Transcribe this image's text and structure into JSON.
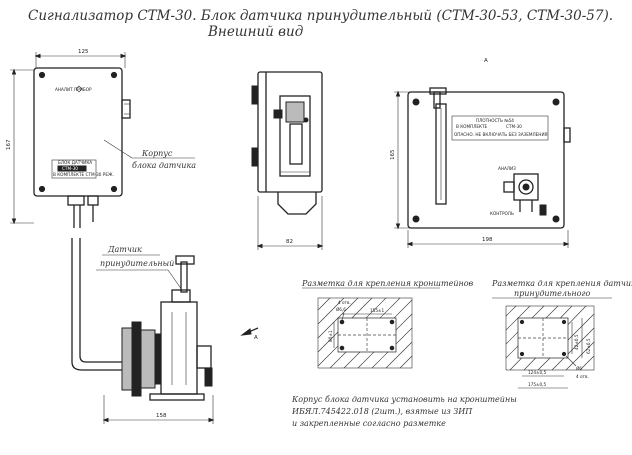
{
  "title": {
    "line1": "Сигнализатор СТМ-30. Блок датчика принудительный (СТМ-30-53, СТМ-30-57).",
    "line2": "Внешний вид"
  },
  "front_view": {
    "brand": "АНАЛИТ ПРИБОР",
    "plate_line1": "БЛОК ДАТЧИКА",
    "plate_line2": "СТМ-30",
    "plate_line3": "В КОМПЛЕКТЕ СТМ-30 РЕЖ.",
    "dim_width": "125",
    "dim_height": "167",
    "callout_body_line1": "Корпус",
    "callout_body_line2": "блока датчика"
  },
  "sensor_view": {
    "callout_line1": "Датчик",
    "callout_line2": "принудительный",
    "dim_width": "158"
  },
  "side_view": {
    "dim_width": "82"
  },
  "top_view": {
    "label_a": "А",
    "plate_line1": "ПЛОТНОСТЬ №54",
    "plate_line2": "В КОМПЛЕКТЕ",
    "plate_line3": "СТМ-30",
    "plate_line4": "ОПАСНО. НЕ ВКЛЮЧАТЬ БЕЗ ЗАЗЕМЛЕНИЯ",
    "label_analysis": "АНАЛИЗ",
    "label_control": "КОНТРОЛЬ",
    "dim_height": "165",
    "dim_width": "198"
  },
  "bracket_marking": {
    "heading": "Разметка для крепления кронштейнов",
    "dim_holes": "4 отв.",
    "dim_hole_d": "Ø6,6",
    "dim_span": "155±1",
    "dim_vertical": "80±1"
  },
  "sensor_marking": {
    "heading_line1": "Разметка для крепления датчика",
    "heading_line2": "принудительного",
    "dim_a": "42±0,5",
    "dim_b": "62±0,5",
    "dim_c": "124±0,5",
    "dim_d": "175±0,5",
    "dim_e": "Ø6",
    "dim_f": "4 отв."
  },
  "note": {
    "line1": "Корпус блока датчика установить на кронштейны",
    "line2": "ИБЯЛ.745422.018 (2шт.), взятые из ЗИП",
    "line3": "и закрепленные согласно разметке"
  },
  "view_arrow_label": "А"
}
